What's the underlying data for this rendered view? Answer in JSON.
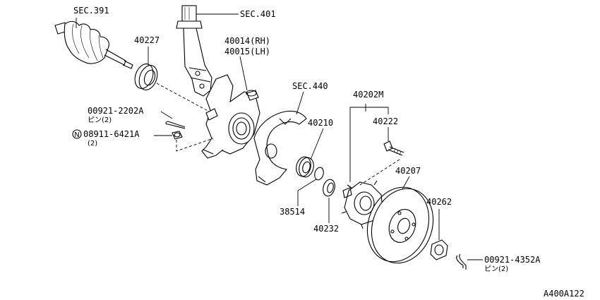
{
  "labels": {
    "sec391": "SEC.391",
    "sec401": "SEC.401",
    "part40227": "40227",
    "part40014": "40014(RH)",
    "part40015": "40015(LH)",
    "sec440": "SEC.440",
    "part40202m": "40202M",
    "part00921_2202a": "00921-2202A",
    "pin2_a": "ピン(2)",
    "nut_symbol": "N",
    "part08911_6421a": "08911-6421A",
    "qty2": "(2)",
    "part40210": "40210",
    "part40222": "40222",
    "part40207": "40207",
    "part38514": "38514",
    "part40232": "40232",
    "part40262": "40262",
    "part00921_4352a": "00921-4352A",
    "pin2_b": "ピン(2)",
    "figure_code": "A400A122"
  }
}
